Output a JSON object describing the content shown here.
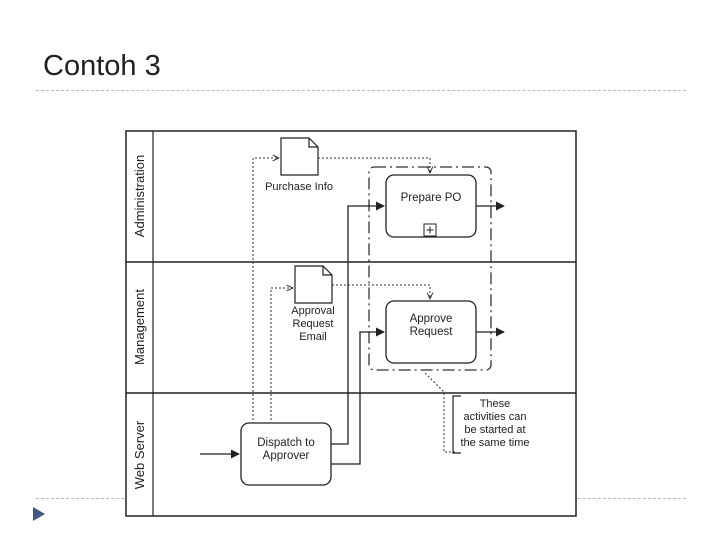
{
  "slide": {
    "title": "Contoh 3"
  },
  "lanes": [
    "Administration",
    "Management",
    "Web Server"
  ],
  "documents": {
    "purchase_info": [
      "Purchase Info"
    ],
    "approval_email": [
      "Approval",
      "Request",
      "Email"
    ]
  },
  "tasks": {
    "prepare_po": [
      "Prepare PO"
    ],
    "approve_request": [
      "Approve",
      "Request"
    ],
    "dispatch": [
      "Dispatch to",
      "Approver"
    ]
  },
  "annotation": [
    "These",
    "activities can",
    "be started at",
    "the same time"
  ],
  "colors": {
    "bullet": "#3f5b82",
    "rule": "#b9b9b9",
    "diagram_line": "#222222"
  }
}
